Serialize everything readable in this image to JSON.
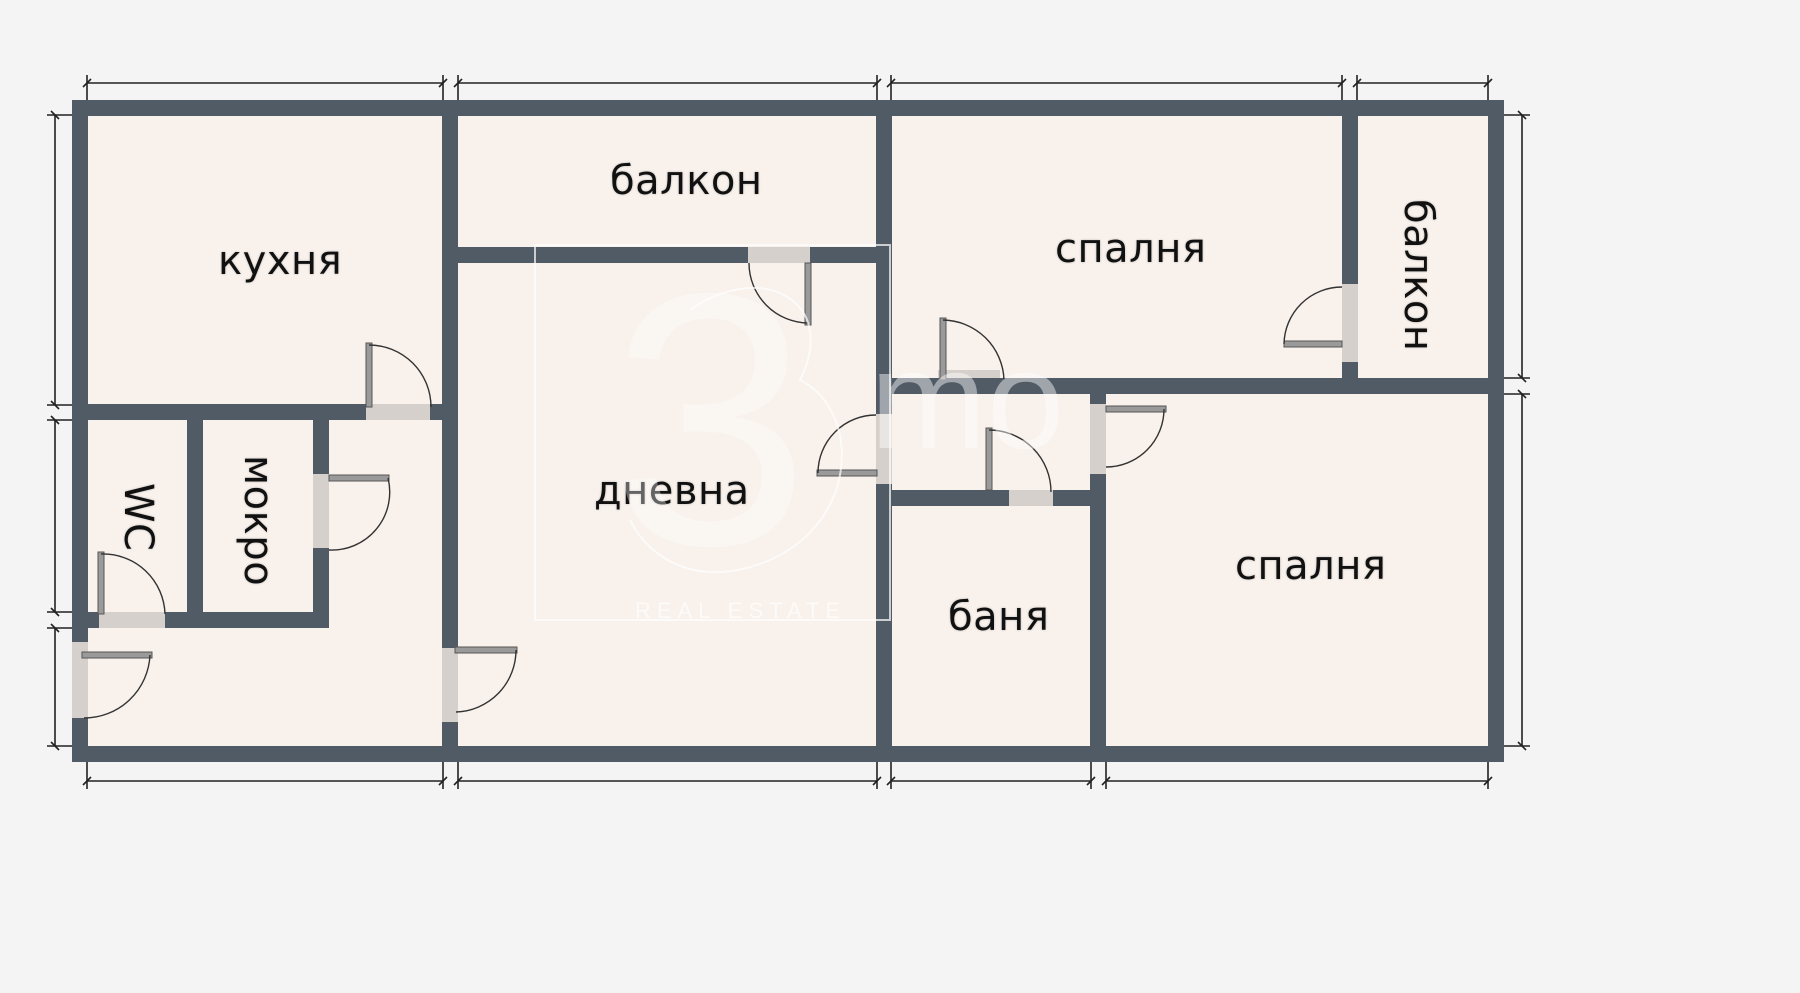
{
  "floor_plan": {
    "colors": {
      "background": "#f4f4f4",
      "wall": "#515b66",
      "floor": "#f8f1ec",
      "door_leaf": "#9a9a9a",
      "door_threshold": "#d6d0cc",
      "dimension_line": "#222222",
      "label_text": "#111111"
    },
    "rooms": [
      {
        "id": "kitchen",
        "label": "кухня",
        "orientation": "horizontal"
      },
      {
        "id": "balcony-north",
        "label": "балкон",
        "orientation": "horizontal"
      },
      {
        "id": "bedroom-north",
        "label": "спалня",
        "orientation": "horizontal"
      },
      {
        "id": "balcony-east",
        "label": "балкон",
        "orientation": "vertical"
      },
      {
        "id": "wc",
        "label": "WC",
        "orientation": "vertical"
      },
      {
        "id": "utility",
        "label": "мокро",
        "orientation": "vertical"
      },
      {
        "id": "living-room",
        "label": "дневна",
        "orientation": "horizontal"
      },
      {
        "id": "bathroom",
        "label": "баня",
        "orientation": "horizontal"
      },
      {
        "id": "bedroom-south",
        "label": "спалня",
        "orientation": "horizontal"
      }
    ],
    "watermark": {
      "logo_numeral": "3",
      "logo_text": "mo",
      "tagline": "REAL ESTATE"
    },
    "doors_count": 11,
    "dimension_lines": {
      "top_segments": 4,
      "bottom_segments": 4,
      "left_segments": 3,
      "right_segments": 2
    }
  }
}
